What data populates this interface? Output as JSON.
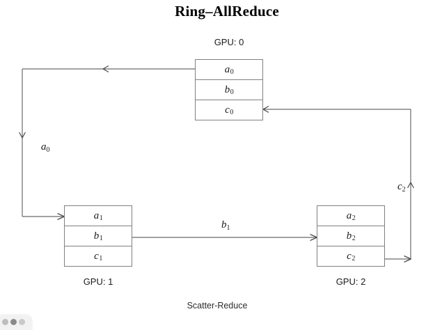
{
  "page": {
    "title": "Ring–AllReduce",
    "caption": "Scatter-Reduce",
    "background": "#ffffff",
    "line_color": "#6b6b6b",
    "box_border": "#808080",
    "text_color": "#1a1a1a"
  },
  "diagram": {
    "type": "ring-allreduce-scatter-reduce",
    "nodes": [
      {
        "id": "gpu0",
        "label": "GPU: 0",
        "label_position": "above",
        "cells": [
          {
            "base": "a",
            "sub": "0",
            "text": "a0"
          },
          {
            "base": "b",
            "sub": "0",
            "text": "b0"
          },
          {
            "base": "c",
            "sub": "0",
            "text": "c0"
          }
        ]
      },
      {
        "id": "gpu1",
        "label": "GPU: 1",
        "label_position": "below",
        "cells": [
          {
            "base": "a",
            "sub": "1",
            "text": "a1"
          },
          {
            "base": "b",
            "sub": "1",
            "text": "b1"
          },
          {
            "base": "c",
            "sub": "1",
            "text": "c1"
          }
        ]
      },
      {
        "id": "gpu2",
        "label": "GPU: 2",
        "label_position": "below",
        "cells": [
          {
            "base": "a",
            "sub": "2",
            "text": "a2"
          },
          {
            "base": "b",
            "sub": "2",
            "text": "b2"
          },
          {
            "base": "c",
            "sub": "2",
            "text": "c2"
          }
        ]
      }
    ],
    "edges": [
      {
        "id": "edge-gpu0-to-gpu1",
        "from": "gpu0",
        "from_cell": "a0",
        "to": "gpu1",
        "to_cell": "a1",
        "label_base": "a",
        "label_sub": "0",
        "label_text": "a0",
        "direction": "left-down-right"
      },
      {
        "id": "edge-gpu1-to-gpu2",
        "from": "gpu1",
        "from_cell": "b1",
        "to": "gpu2",
        "to_cell": "b2",
        "label_base": "b",
        "label_sub": "1",
        "label_text": "b1",
        "direction": "right"
      },
      {
        "id": "edge-gpu2-to-gpu0",
        "from": "gpu2",
        "from_cell": "c2",
        "to": "gpu0",
        "to_cell": "c0",
        "label_base": "c",
        "label_sub": "2",
        "label_text": "c2",
        "direction": "right-up-left"
      }
    ]
  }
}
